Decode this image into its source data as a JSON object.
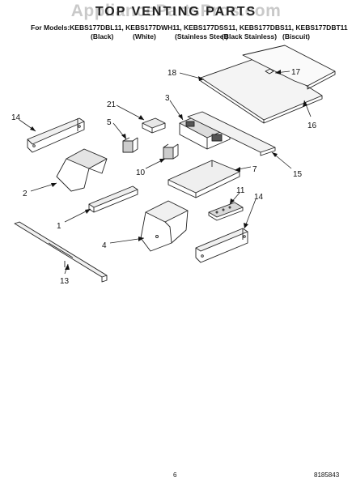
{
  "header": {
    "watermark": "AppliancePartsPros.com",
    "title": "TOP VENTING PARTS",
    "models_line": "For Models:KEBS177DBL11, KEBS177DWH11, KEBS177DSS11, KEBS177DBS11, KEBS177DBT11",
    "variants": [
      "(Black)",
      "(White)",
      "(Stainless Steel)",
      "(Black Stainless)",
      "(Biscuit)"
    ]
  },
  "callouts": [
    "18",
    "17",
    "16",
    "14",
    "21",
    "3",
    "5",
    "15",
    "2",
    "10",
    "7",
    "11",
    "14",
    "1",
    "4",
    "13"
  ],
  "footer": {
    "page_number": "6",
    "part_number": "8185843"
  }
}
